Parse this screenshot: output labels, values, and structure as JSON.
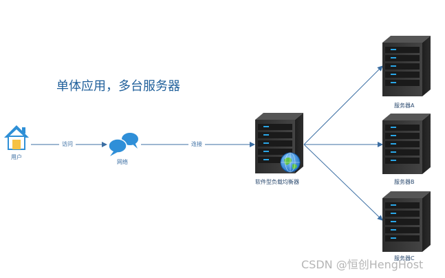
{
  "title": "单体应用，多台服务器",
  "nodes": {
    "user": {
      "label": "用户",
      "icon": "house-icon"
    },
    "network": {
      "label": "网络",
      "icon": "chat-bubbles-icon"
    },
    "load_balancer": {
      "label": "软件型负载均衡器",
      "icon": "server-with-globe-icon"
    },
    "server_a": {
      "label": "服务器A",
      "icon": "server-icon"
    },
    "server_b": {
      "label": "服务器B",
      "icon": "server-icon"
    },
    "server_c": {
      "label": "服务器C",
      "icon": "server-icon"
    }
  },
  "edges": {
    "user_to_network": "访问",
    "network_to_lb": "连接"
  },
  "watermark": "CSDN @恒创HengHost",
  "colors": {
    "title": "#1f5f9a",
    "edge": "#3b6ea3",
    "server_body": "#3a3a3a",
    "server_light": "#2aa7e8",
    "house_roof": "#2e8fd6",
    "house_wall": "#f6c244",
    "bubble": "#2f8fd8"
  }
}
